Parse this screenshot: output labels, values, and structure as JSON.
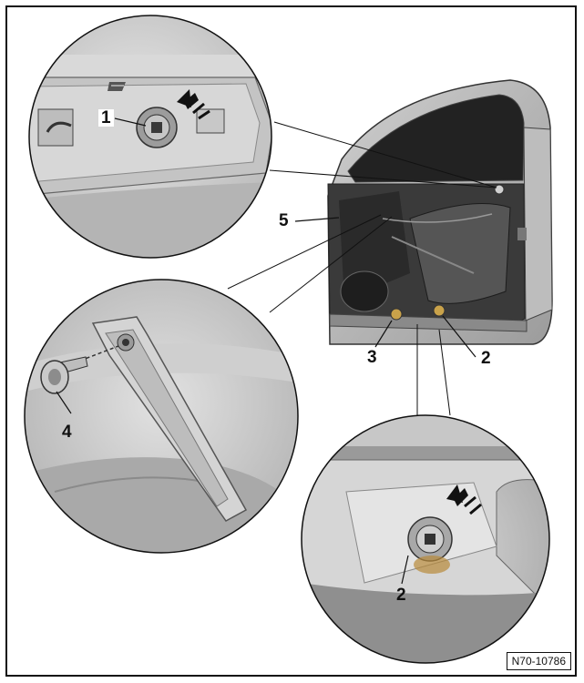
{
  "figure": {
    "reference_code": "N70-10786"
  },
  "callouts": {
    "c1": "1",
    "c2_door": "2",
    "c2_detail": "2",
    "c3": "3",
    "c4": "4",
    "c5": "5"
  }
}
